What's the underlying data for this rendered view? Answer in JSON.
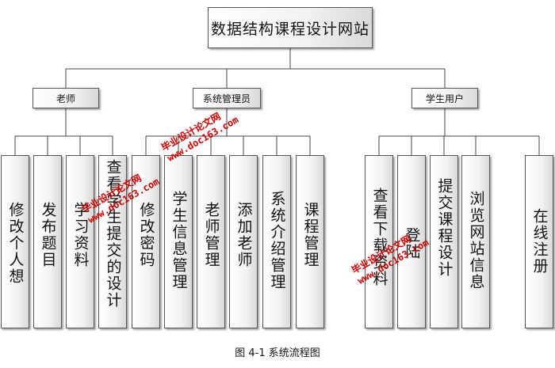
{
  "root": {
    "label": "数据结构课程设计网站"
  },
  "groups": [
    {
      "label": "老师",
      "children": [
        "修改个人想",
        "发布题目",
        "学习资料",
        "查看学生提交的设计"
      ]
    },
    {
      "label": "系统管理员",
      "children": [
        "修改密码",
        "学生信息管理",
        "老师管理",
        "添加老师",
        "系统介绍管理",
        "课程管理"
      ]
    },
    {
      "label": "学生用户",
      "children": [
        "查看下载资料",
        "登陆",
        "提交课程设计",
        "浏览网站信息",
        "在线注册"
      ]
    }
  ],
  "caption": "图 4-1  系统流程图",
  "watermarks": [
    {
      "cn": "毕业设计论文网",
      "url": "www.doc163.com"
    },
    {
      "cn": "毕业设计论文网",
      "url": "www.doc163.com"
    },
    {
      "cn": "毕业设计论文网",
      "url": "www.doc163.com"
    }
  ],
  "colors": {
    "lines": "#444444",
    "watermark": "#d00000"
  }
}
